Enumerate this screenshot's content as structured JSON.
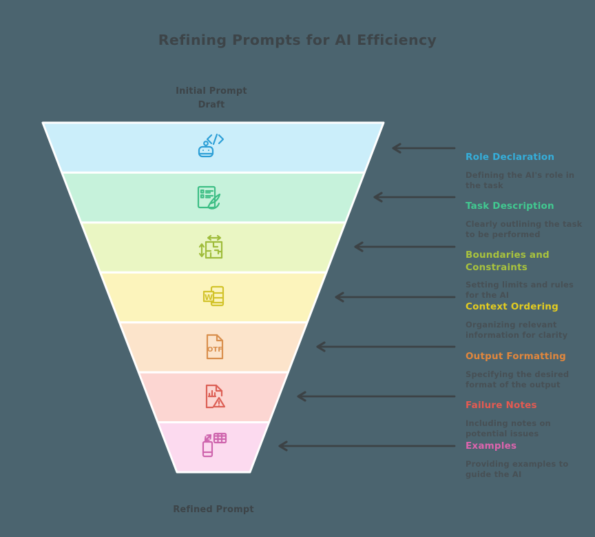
{
  "colors": {
    "background": "#4B646F",
    "heading": "#3D4448",
    "description": "#475055",
    "arrow": "#3C4245",
    "funnel_divider": "#FFFFFF"
  },
  "title": "Refining Prompts for AI Efficiency",
  "funnel": {
    "top_label": "Initial Prompt Draft",
    "bottom_label": "Refined Prompt"
  },
  "stages": [
    {
      "title": "Role Declaration",
      "description": "Defining the AI's role in the task",
      "title_color": "#35AEDA",
      "band_color": "#CBEEFA",
      "icon_color": "#2D9FD6",
      "icon": "robot-code-icon"
    },
    {
      "title": "Task Description",
      "description": "Clearly outlining the task to be performed",
      "title_color": "#41C990",
      "band_color": "#C6F2DB",
      "icon_color": "#3DBE85",
      "icon": "document-pen-icon"
    },
    {
      "title": "Boundaries and Constraints",
      "description": "Setting limits and rules for the AI",
      "title_color": "#A9C33D",
      "band_color": "#EAF6C3",
      "icon_color": "#9FBC3B",
      "icon": "floorplan-measure-icon"
    },
    {
      "title": "Context Ordering",
      "description": "Organizing relevant information for clarity",
      "title_color": "#E3CC20",
      "band_color": "#FCF4BC",
      "icon_color": "#D2C32B",
      "icon": "word-document-icon",
      "icon_text": "W"
    },
    {
      "title": "Output Formatting",
      "description": "Specifying the desired format of the output",
      "title_color": "#E2873C",
      "band_color": "#FCE4CB",
      "icon_color": "#D98F4D",
      "icon": "otf-file-icon",
      "icon_text": "OTF"
    },
    {
      "title": "Failure Notes",
      "description": "Including notes on potential issues",
      "title_color": "#E65A51",
      "band_color": "#FCD6D2",
      "icon_color": "#DC5F55",
      "icon": "report-warning-icon"
    },
    {
      "title": "Examples",
      "description": "Providing examples to guide the AI",
      "title_color": "#DD64AE",
      "band_color": "#FCDAEF",
      "icon_color": "#CE64AD",
      "icon": "device-sync-icon"
    }
  ]
}
